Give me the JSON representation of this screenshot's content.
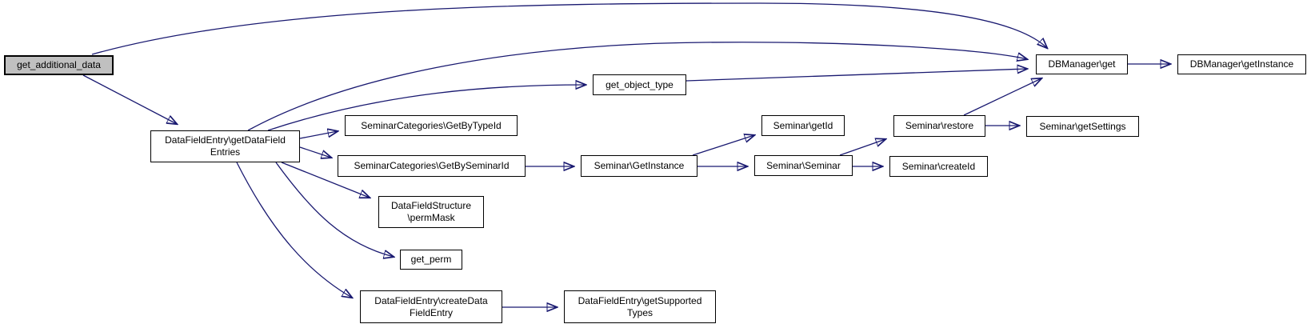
{
  "diagram": {
    "type": "call-graph",
    "colors": {
      "edge": "#191970",
      "node_border": "#000000",
      "node_fill": "#ffffff",
      "root_node_fill": "#c0c0c0"
    },
    "nodes": [
      {
        "id": "get_additional_data",
        "lines": [
          "get_additional_data"
        ],
        "root": true
      },
      {
        "id": "DataFieldEntry_getDataFieldEntries",
        "lines": [
          "DataFieldEntry\\getDataField",
          "Entries"
        ]
      },
      {
        "id": "SeminarCategories_GetByTypeId",
        "lines": [
          "SeminarCategories\\GetByTypeId"
        ]
      },
      {
        "id": "SeminarCategories_GetBySeminarId",
        "lines": [
          "SeminarCategories\\GetBySeminarId"
        ]
      },
      {
        "id": "DataFieldStructure_permMask",
        "lines": [
          "DataFieldStructure",
          "\\permMask"
        ]
      },
      {
        "id": "get_perm",
        "lines": [
          "get_perm"
        ]
      },
      {
        "id": "DataFieldEntry_createDataFieldEntry",
        "lines": [
          "DataFieldEntry\\createData",
          "FieldEntry"
        ]
      },
      {
        "id": "DataFieldEntry_getSupportedTypes",
        "lines": [
          "DataFieldEntry\\getSupported",
          "Types"
        ]
      },
      {
        "id": "get_object_type",
        "lines": [
          "get_object_type"
        ]
      },
      {
        "id": "Seminar_GetInstance",
        "lines": [
          "Seminar\\GetInstance"
        ]
      },
      {
        "id": "Seminar_getId",
        "lines": [
          "Seminar\\getId"
        ]
      },
      {
        "id": "Seminar_Seminar",
        "lines": [
          "Seminar\\Seminar"
        ]
      },
      {
        "id": "Seminar_restore",
        "lines": [
          "Seminar\\restore"
        ]
      },
      {
        "id": "Seminar_createId",
        "lines": [
          "Seminar\\createId"
        ]
      },
      {
        "id": "Seminar_getSettings",
        "lines": [
          "Seminar\\getSettings"
        ]
      },
      {
        "id": "DBManager_get",
        "lines": [
          "DBManager\\get"
        ]
      },
      {
        "id": "DBManager_getInstance",
        "lines": [
          "DBManager\\getInstance"
        ]
      }
    ],
    "edges": [
      {
        "from": "get_additional_data",
        "to": "DataFieldEntry_getDataFieldEntries"
      },
      {
        "from": "get_additional_data",
        "to": "DBManager_get"
      },
      {
        "from": "DataFieldEntry_getDataFieldEntries",
        "to": "DBManager_get"
      },
      {
        "from": "DataFieldEntry_getDataFieldEntries",
        "to": "get_object_type"
      },
      {
        "from": "DataFieldEntry_getDataFieldEntries",
        "to": "SeminarCategories_GetByTypeId"
      },
      {
        "from": "DataFieldEntry_getDataFieldEntries",
        "to": "SeminarCategories_GetBySeminarId"
      },
      {
        "from": "DataFieldEntry_getDataFieldEntries",
        "to": "DataFieldStructure_permMask"
      },
      {
        "from": "DataFieldEntry_getDataFieldEntries",
        "to": "get_perm"
      },
      {
        "from": "DataFieldEntry_getDataFieldEntries",
        "to": "DataFieldEntry_createDataFieldEntry"
      },
      {
        "from": "get_object_type",
        "to": "DBManager_get"
      },
      {
        "from": "SeminarCategories_GetBySeminarId",
        "to": "Seminar_GetInstance"
      },
      {
        "from": "Seminar_GetInstance",
        "to": "Seminar_getId"
      },
      {
        "from": "Seminar_GetInstance",
        "to": "Seminar_Seminar"
      },
      {
        "from": "Seminar_Seminar",
        "to": "Seminar_restore"
      },
      {
        "from": "Seminar_Seminar",
        "to": "Seminar_createId"
      },
      {
        "from": "Seminar_restore",
        "to": "DBManager_get"
      },
      {
        "from": "Seminar_restore",
        "to": "Seminar_getSettings"
      },
      {
        "from": "DBManager_get",
        "to": "DBManager_getInstance"
      },
      {
        "from": "DataFieldEntry_createDataFieldEntry",
        "to": "DataFieldEntry_getSupportedTypes"
      }
    ]
  }
}
